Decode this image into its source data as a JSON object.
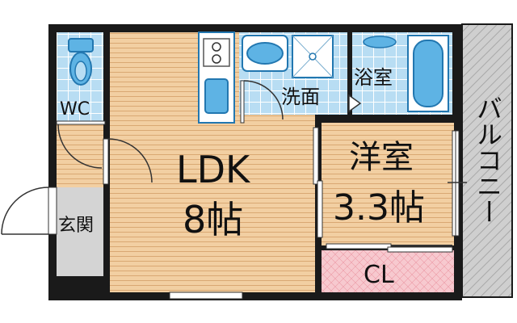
{
  "rooms": {
    "wc": "WC",
    "ldk_name": "LDK",
    "ldk_size": "8帖",
    "washroom": "洗面",
    "bathroom": "浴室",
    "western_name": "洋室",
    "western_size": "3.3帖",
    "closet": "CL",
    "entrance": "玄関",
    "balcony": "バルコニー"
  },
  "colors": {
    "wall": "#1a1a1a",
    "floor_wood": "#f2cfa2",
    "wood_line": "#d9a873",
    "tile_blue": "#b8ddf3",
    "tile_line": "#ffffff",
    "balcony_gray": "#cfcfcf",
    "entrance_gray": "#d4d4d4",
    "closet_pink": "#f7c9cf",
    "fixture_blue": "#5eb3e4",
    "fixture_stroke": "#2277b0"
  }
}
